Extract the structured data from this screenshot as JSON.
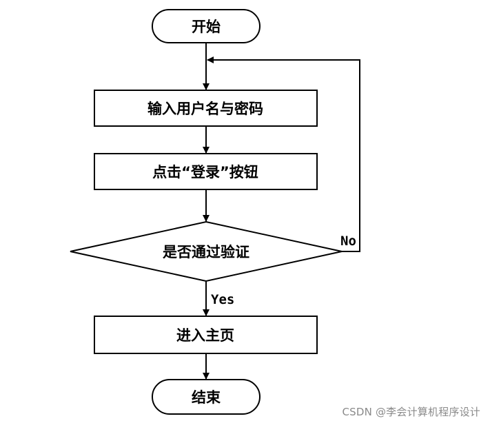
{
  "nodes": {
    "start": "开始",
    "input_credentials": "输入用户名与密码",
    "click_login": "点击“登录”按钮",
    "verify": "是否通过验证",
    "enter_home": "进入主页",
    "end": "结束"
  },
  "edges": {
    "yes_label": "Yes",
    "no_label": "No"
  },
  "watermark": "CSDN @李会计算机程序设计"
}
